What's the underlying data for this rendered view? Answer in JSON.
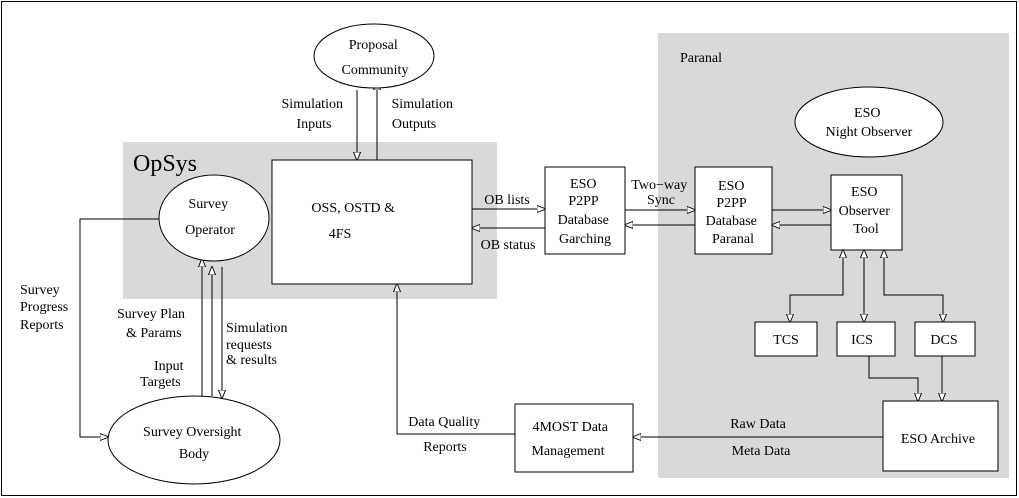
{
  "regions": {
    "opsys": "OpSys",
    "paranal": "Paranal"
  },
  "nodes": {
    "proposal_community": [
      "Proposal",
      "Community"
    ],
    "survey_operator": [
      "Survey",
      "Operator"
    ],
    "oss": [
      "OSS, OSTD &",
      "4FS"
    ],
    "p2pp_garching": [
      "ESO",
      "P2PP",
      "Database",
      "Garching"
    ],
    "p2pp_paranal": [
      "ESO",
      "P2PP",
      "Database",
      "Paranal"
    ],
    "night_observer": [
      "ESO",
      "Night Observer"
    ],
    "observer_tool": [
      "ESO",
      "Observer",
      "Tool"
    ],
    "tcs": [
      "TCS"
    ],
    "ics": [
      "ICS"
    ],
    "dcs": [
      "DCS"
    ],
    "eso_archive": [
      "ESO Archive"
    ],
    "data_management": [
      "4MOST Data",
      "Management"
    ],
    "survey_oversight": [
      "Survey Oversight",
      "Body"
    ]
  },
  "edges": {
    "simulation_inputs": [
      "Simulation",
      "Inputs"
    ],
    "simulation_outputs": [
      "Simulation",
      "Outputs"
    ],
    "ob_lists": [
      "OB lists"
    ],
    "ob_status": [
      "OB status"
    ],
    "two_way_sync": [
      "Two−way",
      "Sync"
    ],
    "survey_progress": [
      "Survey",
      "Progress",
      "Reports"
    ],
    "survey_plan": [
      "Survey Plan",
      "& Params"
    ],
    "input_targets": [
      "Input",
      "Targets"
    ],
    "simulation_requests": [
      "Simulation",
      "requests",
      "& results"
    ],
    "data_quality": [
      "Data Quality",
      "Reports"
    ],
    "raw_data": [
      "Raw Data"
    ],
    "meta_data": [
      "Meta Data"
    ]
  }
}
